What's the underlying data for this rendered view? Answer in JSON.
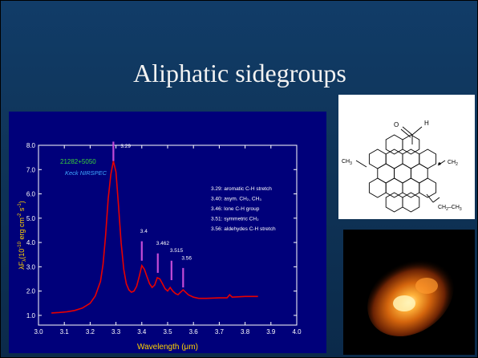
{
  "slide": {
    "title": "Aliphatic sidegroups"
  },
  "chart_data": {
    "type": "line",
    "title": "",
    "xlabel": "Wavelength (μm)",
    "ylabel": "λF",
    "ylabel_sub": "λ",
    "ylabel_rest": "(10",
    "ylabel_exp": "-10",
    "ylabel_unit": " erg cm",
    "ylabel_exp2": "-2",
    "ylabel_s": " s",
    "ylabel_exp3": "-1",
    "ylabel_close": ")",
    "xlim": [
      3.0,
      4.0
    ],
    "ylim": [
      0.6,
      8.0
    ],
    "xticks": [
      "3.0",
      "3.1",
      "3.2",
      "3.3",
      "3.4",
      "3.5",
      "3.6",
      "3.7",
      "3.8",
      "3.9",
      "4.0"
    ],
    "yticks": [
      "1.0",
      "2.0",
      "3.0",
      "4.0",
      "5.0",
      "6.0",
      "7.0",
      "8.0"
    ],
    "object_name": "21282+5050",
    "instrument": "Keck NIRSPEC",
    "colors": {
      "line": "#e80000",
      "marker": "#c44bd6",
      "object": "#3ad13a",
      "instrument": "#3fa8ff"
    },
    "series": [
      {
        "x": [
          3.05,
          3.08,
          3.11,
          3.14,
          3.17,
          3.2,
          3.22,
          3.24,
          3.25,
          3.26,
          3.27,
          3.28,
          3.29,
          3.3,
          3.31,
          3.32,
          3.33,
          3.34,
          3.35,
          3.36,
          3.37,
          3.38,
          3.39,
          3.4,
          3.41,
          3.42,
          3.43,
          3.44,
          3.45,
          3.46,
          3.47,
          3.48,
          3.49,
          3.5,
          3.51,
          3.52,
          3.53,
          3.54,
          3.55,
          3.56,
          3.57,
          3.58,
          3.6,
          3.62,
          3.65,
          3.7,
          3.73,
          3.74,
          3.75,
          3.8,
          3.85
        ],
        "y": [
          1.1,
          1.12,
          1.15,
          1.2,
          1.3,
          1.5,
          1.8,
          2.4,
          3.1,
          4.3,
          5.8,
          6.8,
          7.35,
          6.9,
          5.5,
          4.0,
          2.9,
          2.3,
          2.05,
          1.95,
          2.0,
          2.2,
          2.6,
          3.05,
          2.9,
          2.6,
          2.3,
          2.15,
          2.25,
          2.55,
          2.5,
          2.3,
          2.1,
          2.0,
          2.15,
          2.0,
          1.9,
          1.85,
          1.95,
          2.05,
          1.95,
          1.85,
          1.75,
          1.7,
          1.7,
          1.72,
          1.72,
          1.85,
          1.75,
          1.78,
          1.78
        ]
      }
    ],
    "markers": [
      {
        "x": 3.29,
        "label": "3.29"
      },
      {
        "x": 3.4,
        "label": "3.4"
      },
      {
        "x": 3.462,
        "label": "3.462"
      },
      {
        "x": 3.515,
        "label": "3.515"
      },
      {
        "x": 3.56,
        "label": "3.56"
      }
    ],
    "annotations": [
      "3.29:  aromatic C-H stretch",
      "3.40: asym. CH₂, CH₃",
      "3.46: lone C-H group",
      "3.51: symmetric CH₂",
      "3.56: aldehydes C-H stretch"
    ]
  },
  "molecule": {
    "o": "O",
    "h": "H",
    "ch3_left": "CH",
    "ch3_left_sub": "3",
    "ch2_right": "CH",
    "ch2_right_sub": "2",
    "ethyl": "CH",
    "ethyl_sub1": "2",
    "ethyl_mid": "–CH",
    "ethyl_sub2": "3"
  }
}
